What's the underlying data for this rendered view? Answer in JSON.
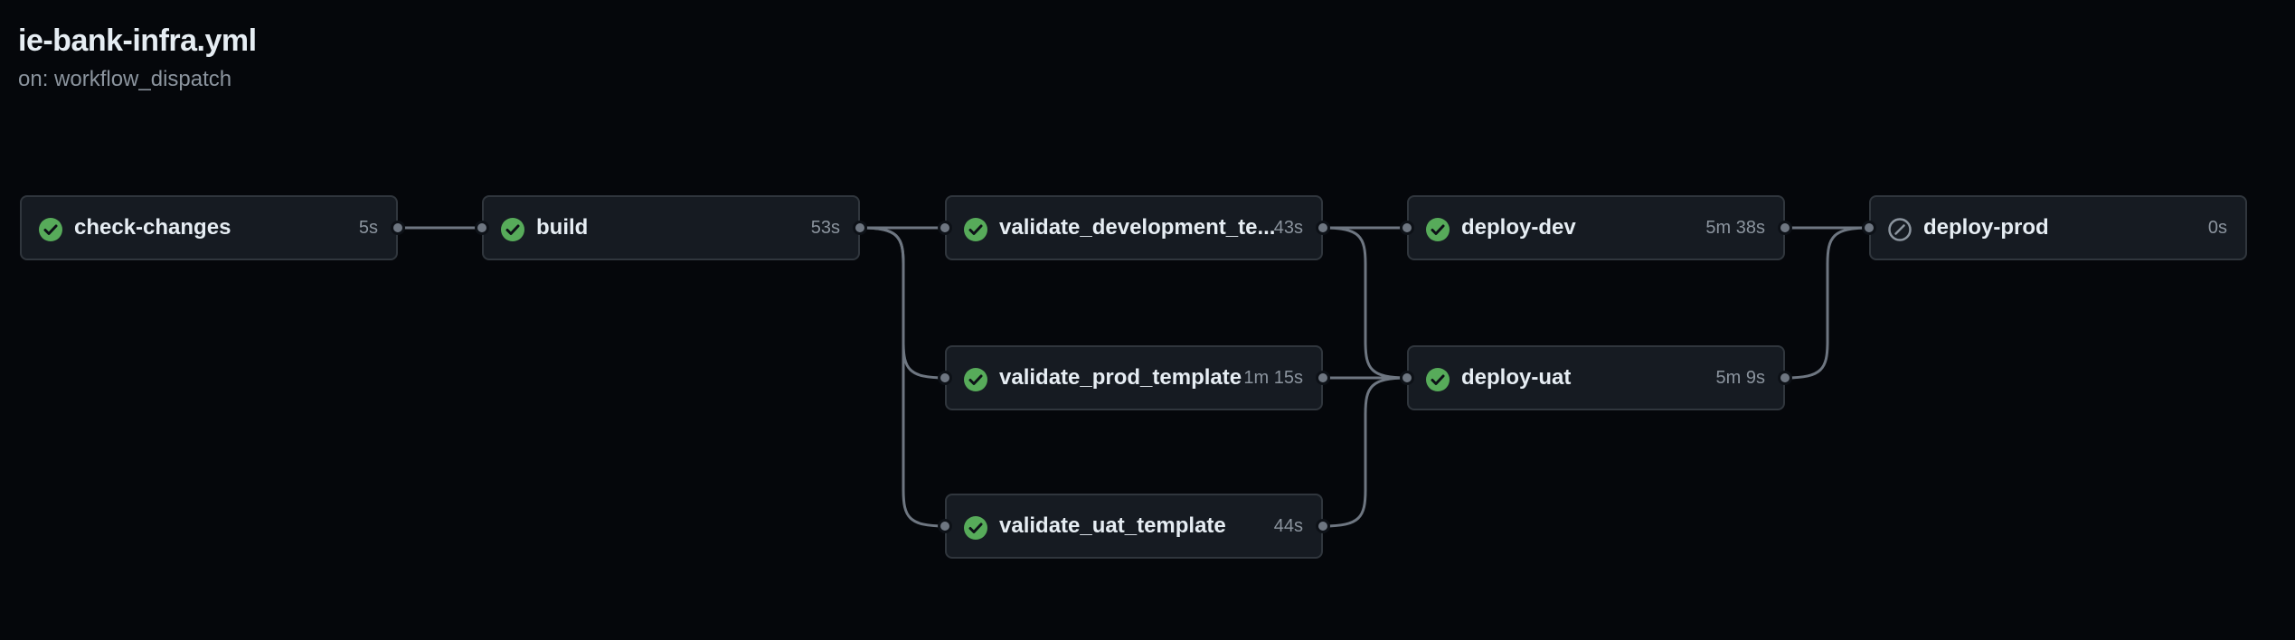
{
  "workflow": {
    "title": "ie-bank-infra.yml",
    "trigger": "on: workflow_dispatch"
  },
  "colors": {
    "success": "#57ab5a",
    "skipped": "#8b949e",
    "edge": "#6e7681"
  },
  "jobs": {
    "check_changes": {
      "name": "check-changes",
      "duration": "5s",
      "status_icon": "check-circle-icon"
    },
    "build": {
      "name": "build",
      "duration": "53s",
      "status_icon": "check-circle-icon"
    },
    "validate_development": {
      "name": "validate_development_te...",
      "duration": "43s",
      "status_icon": "check-circle-icon"
    },
    "validate_prod": {
      "name": "validate_prod_template",
      "duration": "1m 15s",
      "status_icon": "check-circle-icon"
    },
    "validate_uat": {
      "name": "validate_uat_template",
      "duration": "44s",
      "status_icon": "check-circle-icon"
    },
    "deploy_dev": {
      "name": "deploy-dev",
      "duration": "5m 38s",
      "status_icon": "check-circle-icon"
    },
    "deploy_uat": {
      "name": "deploy-uat",
      "duration": "5m 9s",
      "status_icon": "check-circle-icon"
    },
    "deploy_prod": {
      "name": "deploy-prod",
      "duration": "0s",
      "status_icon": "skipped-icon"
    }
  }
}
